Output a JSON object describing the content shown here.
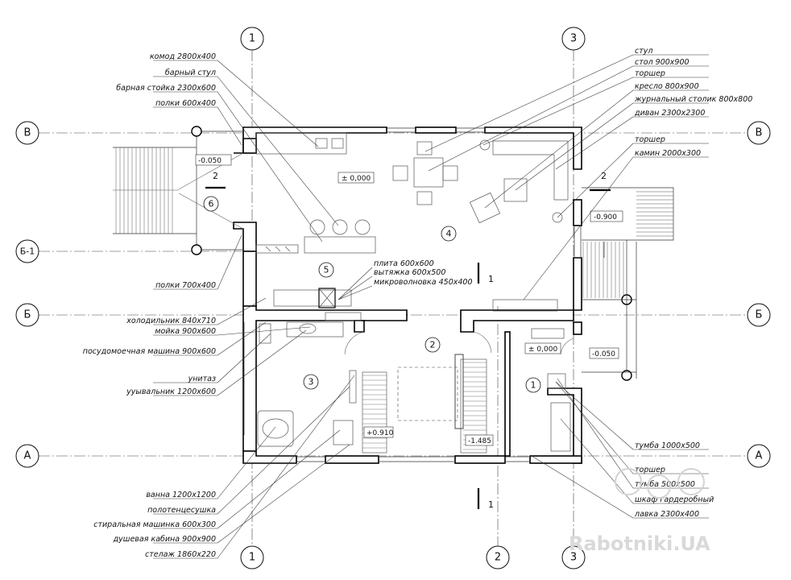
{
  "axes": {
    "top": [
      "1",
      "3"
    ],
    "bottom": [
      "1",
      "2",
      "3"
    ],
    "left": [
      "В",
      "Б-1",
      "Б",
      "А"
    ],
    "right": [
      "В",
      "Б",
      "А"
    ]
  },
  "leaders_left": [
    "комод 2800х400",
    "барный стул",
    "барная стойка 2300х600",
    "полки 600х400",
    "полки 700х400",
    "холодильник 840х710",
    "мойка 900х600",
    "посудомоечная машина 900х600",
    "унитаз",
    "ууывальник 1200х600",
    "ванна 1200х1200",
    "полотенцесушка",
    "стиральная машинка 600х300",
    "душевая кабина 900х900",
    "стелаж 1860х220"
  ],
  "leaders_right": [
    "стул",
    "стол 900х900",
    "торшер",
    "кресло 800х900",
    "журнальный столик 800х800",
    "диван 2300х2300",
    "торшер",
    "камин 2000х300",
    "тумба 1000х500",
    "торшер",
    "тумба 500х500",
    "шкаф гардеробный",
    "лавка 2300х400"
  ],
  "kitchen_labels": [
    "плита 600х600",
    "вытяжка 600х500",
    "микроволновка 450х400"
  ],
  "levels": [
    "-0.050",
    "± 0,000",
    "-0.900",
    "± 0,000",
    "-0.050",
    "+0.910",
    "-1.485"
  ],
  "rooms": [
    "1",
    "2",
    "3",
    "4",
    "5",
    "6"
  ],
  "section_marks": [
    "2",
    "2",
    "1",
    "1"
  ],
  "watermark": "Rabotniki.UA"
}
